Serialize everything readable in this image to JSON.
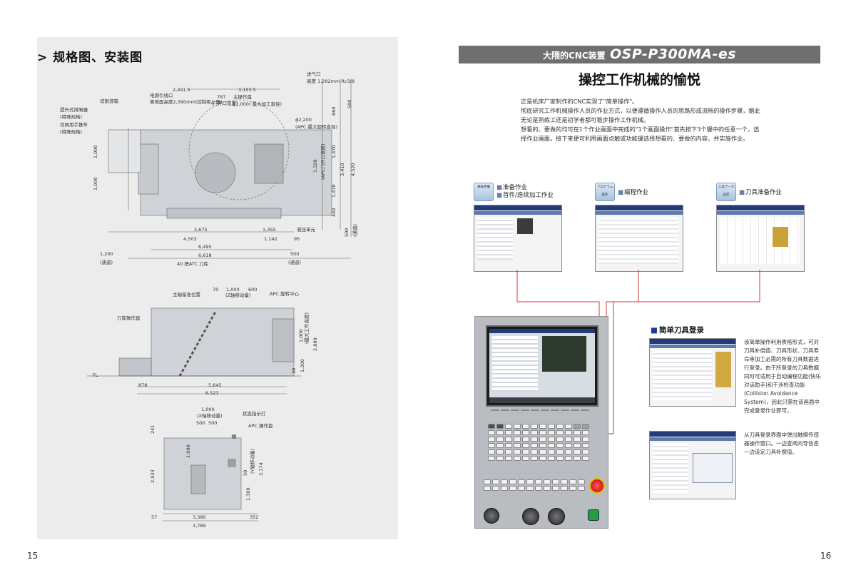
{
  "left_page": {
    "section_title": "规格图、安装图",
    "page_number": "15",
    "top_view": {
      "labels": {
        "coolant_tank": "切削液箱",
        "lift_chip_conveyor": "提升式排屑器",
        "special_spec_1": "(特殊规格)",
        "chip_cart": "切屑用手推车",
        "special_spec_2": "(特殊规格)",
        "power_inlet": "电源引线口",
        "power_inlet_height": "离地面高度2,390mm(控制柜上面)",
        "air_inlet": "进气口",
        "air_inlet_height": "高度 1,292mm Rc3/8",
        "main_panel": "主操作盘",
        "door_width": "(门开口宽度)",
        "max_dia": "ϕ1,000( 最大加工直径)",
        "apc_dia": "ϕ2,200",
        "apc_dia_note": "(APC 最大旋转直径)",
        "apc_door_width": "(APC门开口宽度)",
        "hydraulic_unit": "液压单元",
        "atc_magazine": "40 把ATC 刀库",
        "aisle_left": "(通道)",
        "aisle_right": "(通道)"
      },
      "dims": {
        "d2491_5": "2,491.5",
        "d3153_5": "3,153.5",
        "d787": "787",
        "d500_top": "500",
        "d500_aisle_label": "(通道)",
        "d860": "860",
        "d1090_a": "1,090",
        "d1090_b": "1,090",
        "d1320": "1,320",
        "d1470_a": "1,470",
        "d1470_b": "1,470",
        "d3410": "3,410",
        "d4520": "4,520",
        "d440": "440",
        "d2675": "2,675",
        "d1355": "1,355",
        "d1142": "1,142",
        "d95": "95",
        "d4503": "4,503",
        "d6495": "6,495",
        "d1200": "1,200",
        "d6618": "6,618",
        "d500_right": "500",
        "d500_bottom": "500"
      }
    },
    "front_view": {
      "labels": {
        "spindle_ref": "主轴基准位置",
        "z_travel": "(Z轴移动量)",
        "apc_center": "APC 旋转中心",
        "magazine_panel": "刀库操作盘",
        "fl": "FL",
        "max_height_note": "(最大工件高度)"
      },
      "dims": {
        "d70": "70",
        "d1000": "1,000",
        "d600": "600",
        "d1000_v": "1,000",
        "d2880": "2,880",
        "d30": "30",
        "d1300": "1,300",
        "d878": "878",
        "d5645": "5,645",
        "d6523": "6,523"
      }
    },
    "side_view": {
      "labels": {
        "x_travel": "(X轴移动量)",
        "status_light": "状态指示灯",
        "apc_panel": "APC 操作盘",
        "y_travel": "(Y轴移动量)"
      },
      "dims": {
        "d1000": "1,000",
        "d500a": "500",
        "d500b": "500",
        "d241": "241",
        "d2933": "2,933",
        "d50": "50",
        "d3174": "3,174",
        "d1300": "1,300",
        "d57": "57",
        "d3380": "3,380",
        "d352": "352",
        "d3789": "3,789",
        "d1000_v": "1,000"
      }
    }
  },
  "right_page": {
    "page_number": "16",
    "banner_sub": "大隈的CNC装置",
    "banner_brand": "OSP-P300MA-es",
    "heading": "操控工作机械的愉悦",
    "intro": [
      "正是机床厂家制作的CNC实现了\"简单操作\"。",
      "彻底研究工作机械操作人员的作业方式，以便遵循操作人员的思路形成流畅的操作步骤，据此无论是熟练工还是初学者都可稳步操作工作机械。",
      "想看的、要做的均可在1个作业画面中完成的\"1个画面操作\"首先按下3个键中的任意一个，选择作业画面。接下来便可利用画面点触或功能键选择想看的、要做的内容，并实施作业。"
    ],
    "modes": [
      {
        "button": "運転準備",
        "lines": [
          "准备作业",
          "首件/连续加工作业"
        ]
      },
      {
        "button": "プログラム操作",
        "lines": [
          "编程作业"
        ]
      },
      {
        "button": "工具データ設定",
        "lines": [
          "刀具准备作业"
        ]
      }
    ],
    "tool_registration": {
      "title": "简单刀具登录",
      "text1": "该简单操作利用表格形式，可对刀具补偿值、刀具形状、刀具寿命等加工必需的所有刀具数据进行登录。由于所登录的刀具数据同时可适用于自动编程功能(快乐对话助手)和干涉检查功能(Collision Avoidance System)，因此只需在该画面中完成登录作业即可。",
      "text2": "从刀具登录界面中弹出触摸传感器操作窗口。一边查阅向导信息一边设定刀具补偿值。"
    },
    "colors": {
      "banner": "#6f6f6f",
      "connector": "#d43a3a",
      "screen_bar": "#233b7a",
      "title_square": "#1c3d8f"
    }
  }
}
